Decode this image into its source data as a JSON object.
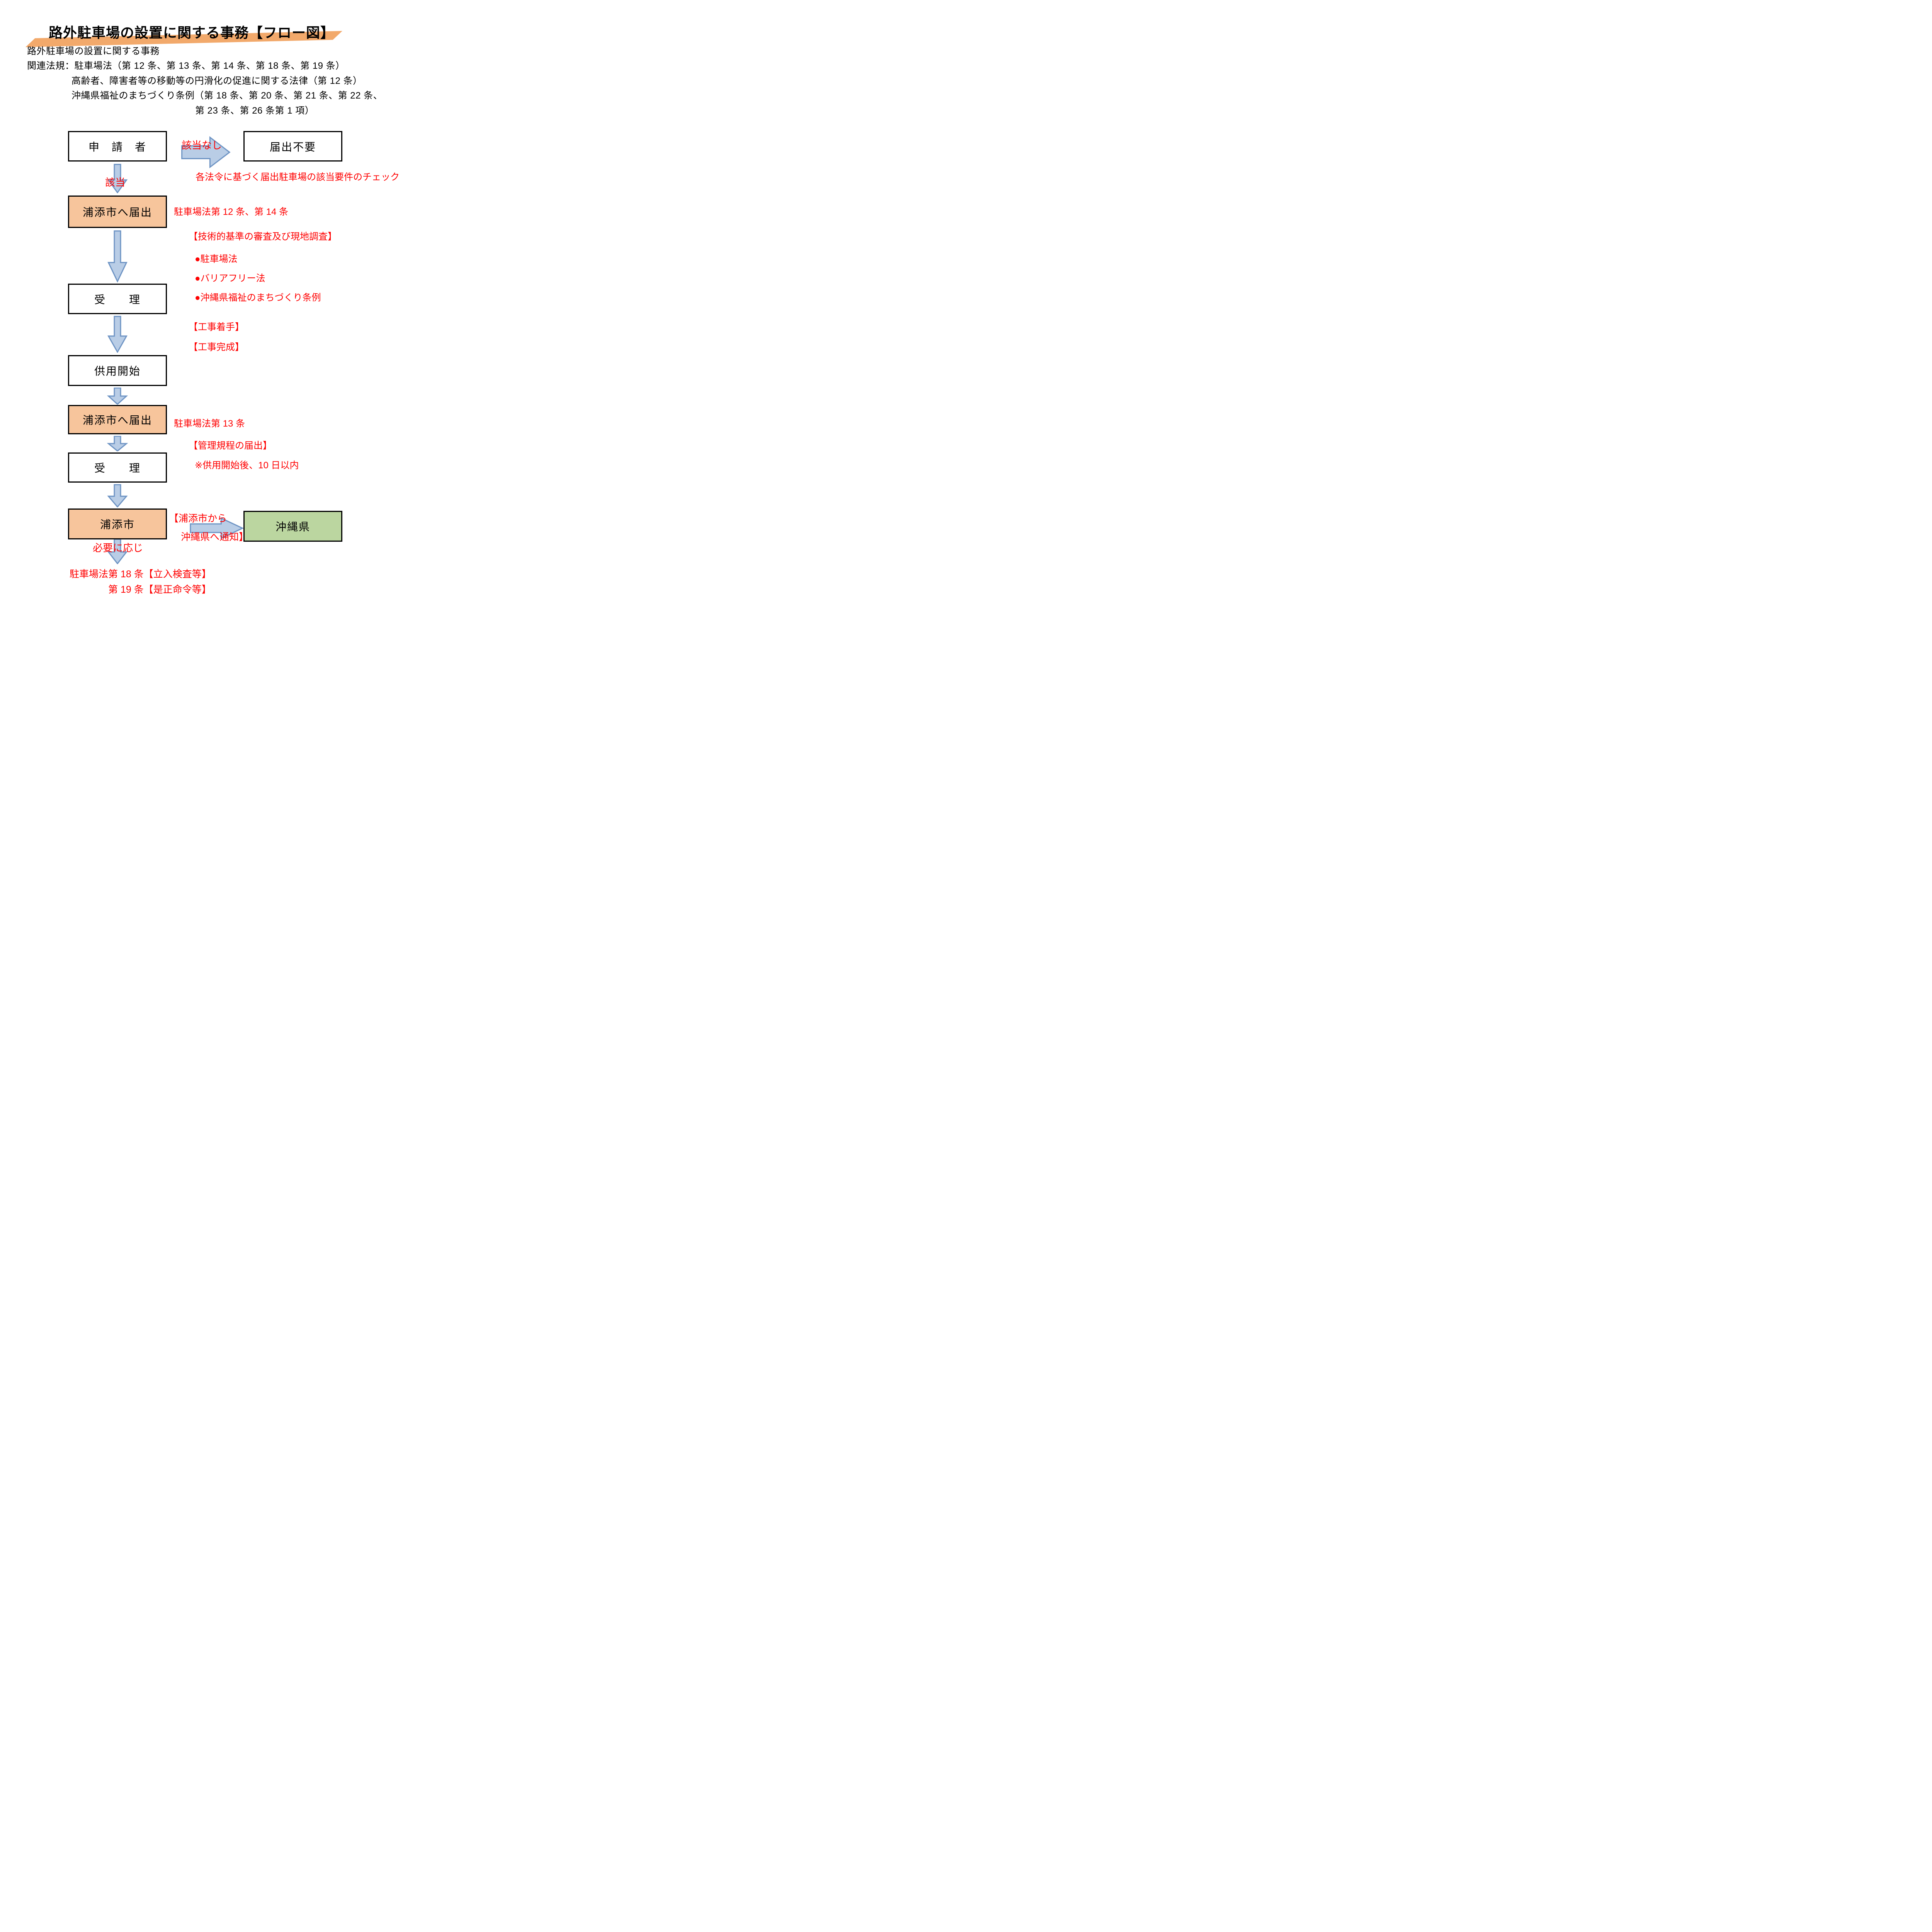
{
  "title": "路外駐車場の設置に関する事務【フロー図】",
  "header": {
    "subtitle": "路外駐車場の設置に関する事務",
    "laws_line1": "関連法規：駐車場法（第 12 条、第 13 条、第 14 条、第 18 条、第 19 条）",
    "laws_line2": "高齢者、障害者等の移動等の円滑化の促進に関する法律（第 12 条）",
    "laws_line3": "沖縄県福祉のまちづくり条例（第 18 条、第 20 条、第 21 条、第 22 条、",
    "laws_line4": "第 23 条、第 26 条第 1 項）"
  },
  "boxes": {
    "applicant": "申　請　者",
    "no_notification": "届出不要",
    "notify_urasoe_1": "浦添市へ届出",
    "acceptance_1": "受　　理",
    "service_start": "供用開始",
    "notify_urasoe_2": "浦添市へ届出",
    "acceptance_2": "受　　理",
    "urasoe_city": "浦添市",
    "okinawa_pref": "沖縄県"
  },
  "labels": {
    "not_applicable": "該当なし",
    "applicable": "該当",
    "requirements_check": "各法令に基づく届出駐車場の該当要件のチェック",
    "law_12_14": "駐車場法第 12 条、第 14 条",
    "technical_review": "【技術的基準の審査及び現地調査】",
    "bullet_parking_law": "●駐車場法",
    "bullet_barrier_free": "●バリアフリー法",
    "bullet_okinawa_ordinance": "●沖縄県福祉のまちづくり条例",
    "construction_start": "【工事着手】",
    "construction_complete": "【工事完成】",
    "law_13": "駐車場法第 13 条",
    "management_rules": "【管理規程の届出】",
    "within_10_days": "※供用開始後、10 日以内",
    "from_urasoe": "【浦添市から",
    "to_okinawa": "沖縄県へ通知】",
    "as_needed": "必要に応じ",
    "law_18": "駐車場法第 18 条【立入検査等】",
    "law_19": "第 19 条【是正命令等】"
  },
  "colors": {
    "accent_orange_box": "#F7C59C",
    "accent_green_box": "#BBD6A0",
    "swoosh_orange": "#F2A96B",
    "arrow_fill": "#B9CDE6",
    "arrow_stroke": "#6E94C4",
    "annotation_red": "#FF0000"
  }
}
